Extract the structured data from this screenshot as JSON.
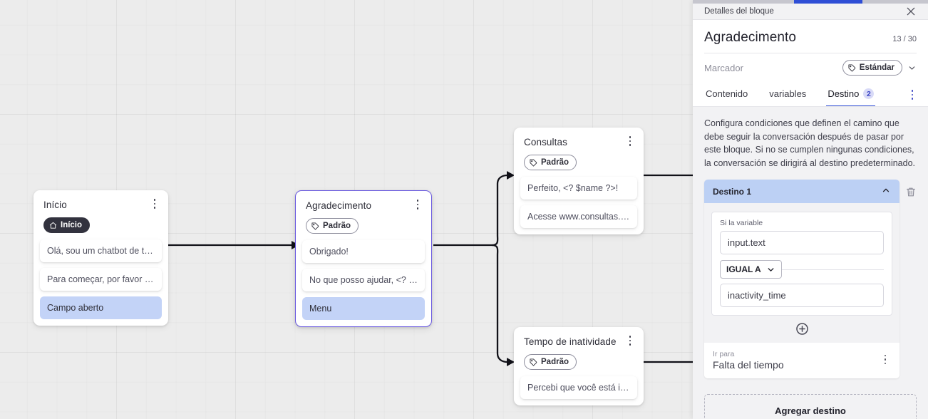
{
  "canvas": {
    "nodes": [
      {
        "id": "inicio",
        "title": "Início",
        "tag": "Início",
        "tag_style": "dark",
        "tag_icon": "home-icon",
        "selected": false,
        "messages": [
          {
            "text": "Olá, sou um chatbot de teste!",
            "highlight": false
          },
          {
            "text": "Para começar, por favor digite o ...",
            "highlight": false
          },
          {
            "text": "Campo aberto",
            "highlight": true
          }
        ]
      },
      {
        "id": "agradecimento",
        "title": "Agradecimento",
        "tag": "Padrão",
        "tag_style": "light",
        "tag_icon": "tag-icon",
        "selected": true,
        "messages": [
          {
            "text": "Obrigado!",
            "highlight": false
          },
          {
            "text": "No que posso ajudar, <? $name ...",
            "highlight": false
          },
          {
            "text": "Menu",
            "highlight": true
          }
        ]
      },
      {
        "id": "consultas",
        "title": "Consultas",
        "tag": "Padrão",
        "tag_style": "light",
        "tag_icon": "tag-icon",
        "selected": false,
        "messages": [
          {
            "text": "Perfeito, <? $name ?>!",
            "highlight": false
          },
          {
            "text": "Acesse www.consultas.com par...",
            "highlight": false
          }
        ]
      },
      {
        "id": "tempo-de-inatividade",
        "title": "Tempo de inatividade",
        "tag": "Padrão",
        "tag_style": "light",
        "tag_icon": "tag-icon",
        "selected": false,
        "messages": [
          {
            "text": "Percebi que você está inativo. C...",
            "highlight": false
          }
        ]
      }
    ]
  },
  "panel": {
    "header_title": "Detalles del bloque",
    "close_icon": "close-icon",
    "block_title": "Agradecimento",
    "char_count": "13 / 30",
    "marker_label": "Marcador",
    "marker_tag": "Estándar",
    "marker_tag_icon": "tag-icon",
    "marker_chevron_icon": "chevron-down-icon",
    "tabs": [
      {
        "label": "Contenido",
        "active": false,
        "badge": ""
      },
      {
        "label": "variables",
        "active": false,
        "badge": ""
      },
      {
        "label": "Destino",
        "active": true,
        "badge": "2"
      }
    ],
    "tabs_menu_icon": "kebab-menu-icon",
    "description": "Configura condiciones que definen el camino que debe seguir la conversación después de pasar por este bloque. Si no se cumplen ningunas condiciones, la conversación se dirigirá al destino predeterminado.",
    "destination": {
      "header": "Destino 1",
      "collapse_icon": "chevron-up-icon",
      "delete_icon": "trash-icon",
      "condition_label": "Si la variable",
      "variable_value": "input.text",
      "operator": "IGUAL A",
      "operator_chevron_icon": "chevron-down-icon",
      "compare_value": "inactivity_time",
      "add_condition_icon": "plus-circle-icon",
      "goto_label": "Ir para",
      "goto_value": "Falta del tiempo",
      "goto_menu_icon": "kebab-menu-icon"
    },
    "add_destination_label": "Agregar destino"
  },
  "colors": {
    "accent_blue": "#2f4ed6",
    "node_selected_border": "#6a5ae0",
    "highlight_row": "#c3d3f7",
    "dest_header": "#bcd0f4",
    "canvas_bg": "#ececec"
  }
}
